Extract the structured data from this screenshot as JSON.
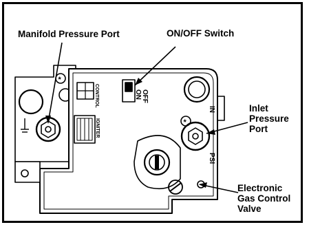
{
  "callouts": {
    "manifold_pressure_port": "Manifold Pressure Port",
    "on_off_switch": "ON/OFF Switch",
    "inlet_pressure_port": "Inlet\nPressure\nPort",
    "electronic_gas_control_valve": "Electronic\nGas Control\nValve"
  },
  "markings": {
    "control": "CONTROL",
    "igniter": "IGNITER",
    "off": "OFF",
    "on": "ON",
    "in": "IN",
    "psi": "PSI",
    "asterisk": "*"
  }
}
